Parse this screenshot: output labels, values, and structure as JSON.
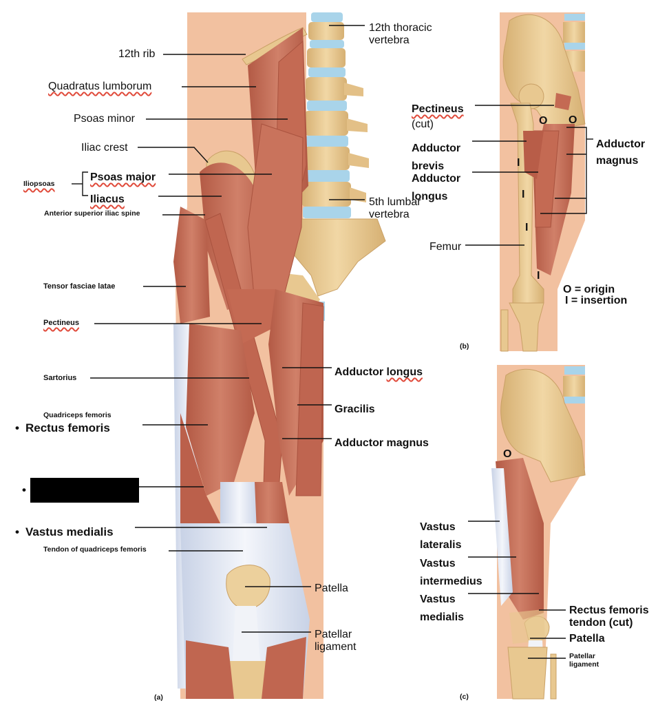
{
  "colors": {
    "muscle": "#c7705a",
    "muscle_dark": "#a9533f",
    "bone": "#e8c890",
    "bone_dark": "#c9a066",
    "disc": "#a9d4ea",
    "tendon": "#dfe6f2",
    "skin": "#f2c1a0",
    "leader": "#111111"
  },
  "panel_a": {
    "letter": "(a)",
    "labels": {
      "thoracic12": "12th thoracic\nvertebra",
      "rib12": "12th rib",
      "quadratus": "Quadratus lumborum",
      "psoas_minor": "Psoas minor",
      "iliac_crest": "Iliac crest",
      "iliopsoas": "Iliopsoas",
      "psoas_major": "Psoas major",
      "iliacus": "Iliacus",
      "lumbar5": "5th lumbar\nvertebra",
      "asis": "Anterior superior iliac spine",
      "tensor": "Tensor fasciae latae",
      "pectineus": "Pectineus",
      "sartorius": "Sartorius",
      "adductor_longus": "Adductor longus",
      "gracilis": "Gracilis",
      "quadriceps": "Quadriceps femoris",
      "bullet": "•",
      "rectus": "Rectus femoris",
      "adductor_magnus": "Adductor magnus",
      "vastus_medialis": "Vastus medialis",
      "tendon_quad": "Tendon of quadriceps femoris",
      "patella": "Patella",
      "patellar_lig": "Patellar\nligament"
    }
  },
  "panel_b": {
    "letter": "(b)",
    "labels": {
      "pectineus_cut_word": "Pectineus",
      "pectineus_cut_suffix": "(cut)",
      "adductor_brevis": "Adductor\nbrevis",
      "adductor_longus": "Adductor\nlongus",
      "adductor_magnus": "Adductor\nmagnus",
      "femur": "Femur",
      "o": "O",
      "i": "I",
      "legend_origin": "O = origin",
      "legend_insertion": "I  = insertion"
    }
  },
  "panel_c": {
    "letter": "(c)",
    "labels": {
      "o": "O",
      "vastus_lateralis": "Vastus\nlateralis",
      "vastus_intermedius": "Vastus\nintermedius",
      "vastus_medialis": "Vastus\nmedialis",
      "rectus_tendon": "Rectus femoris\ntendon (cut)",
      "patella": "Patella",
      "patellar_lig": "Patellar\nligament"
    }
  }
}
